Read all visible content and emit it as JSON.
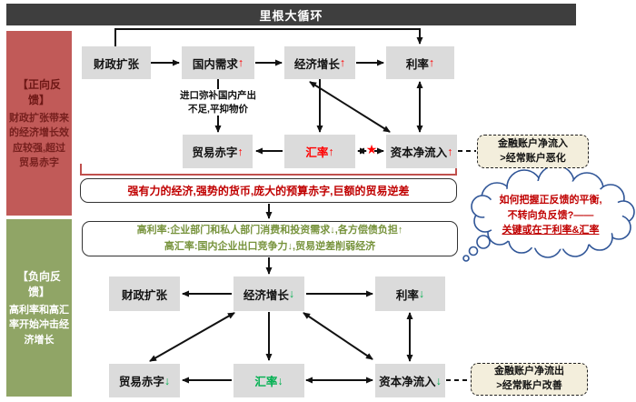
{
  "header": {
    "title": "里根大循环"
  },
  "panels": {
    "positive": {
      "title": "【正向反馈】",
      "body": "财政扩张带来的经济增长效应较强,超过贸易赤字"
    },
    "negative": {
      "title": "【负向反馈】",
      "body": "高利率和高汇率开始冲击经济增长"
    }
  },
  "top_flow": {
    "fiscal": {
      "label": "财政扩张",
      "dir": ""
    },
    "demand": {
      "label": "国内需求",
      "dir": "↑"
    },
    "growth": {
      "label": "经济增长",
      "dir": "↑"
    },
    "rate": {
      "label": "利率",
      "dir": "↑"
    },
    "trade": {
      "label": "贸易赤字",
      "dir": "↑"
    },
    "fx": {
      "label": "汇率",
      "dir": "↑"
    },
    "capital": {
      "label": "资本净流入",
      "dir": "↑"
    },
    "note_lines": [
      "进口弥补国内产出",
      "不足,平抑物价"
    ],
    "star": "★",
    "side_box_lines": [
      "金融账户净流入",
      ">经常账户恶化"
    ]
  },
  "banners": {
    "summary": "强有力的经济,强势的货币,庞大的预算赤字,巨额的贸易逆差",
    "mechanism_lines": [
      "高利率:企业部门和私人部门消费和投资需求↓,各方偿债负担↑",
      "高汇率:国内企业出口竞争力↓,贸易逆差削弱经济"
    ]
  },
  "bubble": {
    "lines": [
      "如何把握正反馈的平衡,",
      "不转向负反馈?——",
      "关键或在于利率&汇率"
    ]
  },
  "bottom_flow": {
    "fiscal": {
      "label": "财政扩张",
      "dir": ""
    },
    "growth": {
      "label": "经济增长",
      "dir": "↓"
    },
    "rate": {
      "label": "利率",
      "dir": "↓"
    },
    "trade": {
      "label": "贸易赤字",
      "dir": "↓"
    },
    "fx": {
      "label": "汇率",
      "dir": "↓"
    },
    "capital": {
      "label": "资本净流入",
      "dir": "↓"
    },
    "side_box_lines": [
      "金融账户净流出",
      ">经常账户改善"
    ]
  },
  "colors": {
    "header_bg": "#3E3E3E",
    "positive_panel_bg": "#C15A58",
    "negative_panel_bg": "#90A566",
    "node_bg": "#DBDBDB",
    "up_accent": "#FF0000",
    "down_accent": "#00B050",
    "summary_text": "#C00000",
    "mechanism_text": "#77933C",
    "bracket": "#C0504D",
    "bubble_stroke": "#2F5597",
    "dashed_box_bg": "#F3EEDC"
  }
}
